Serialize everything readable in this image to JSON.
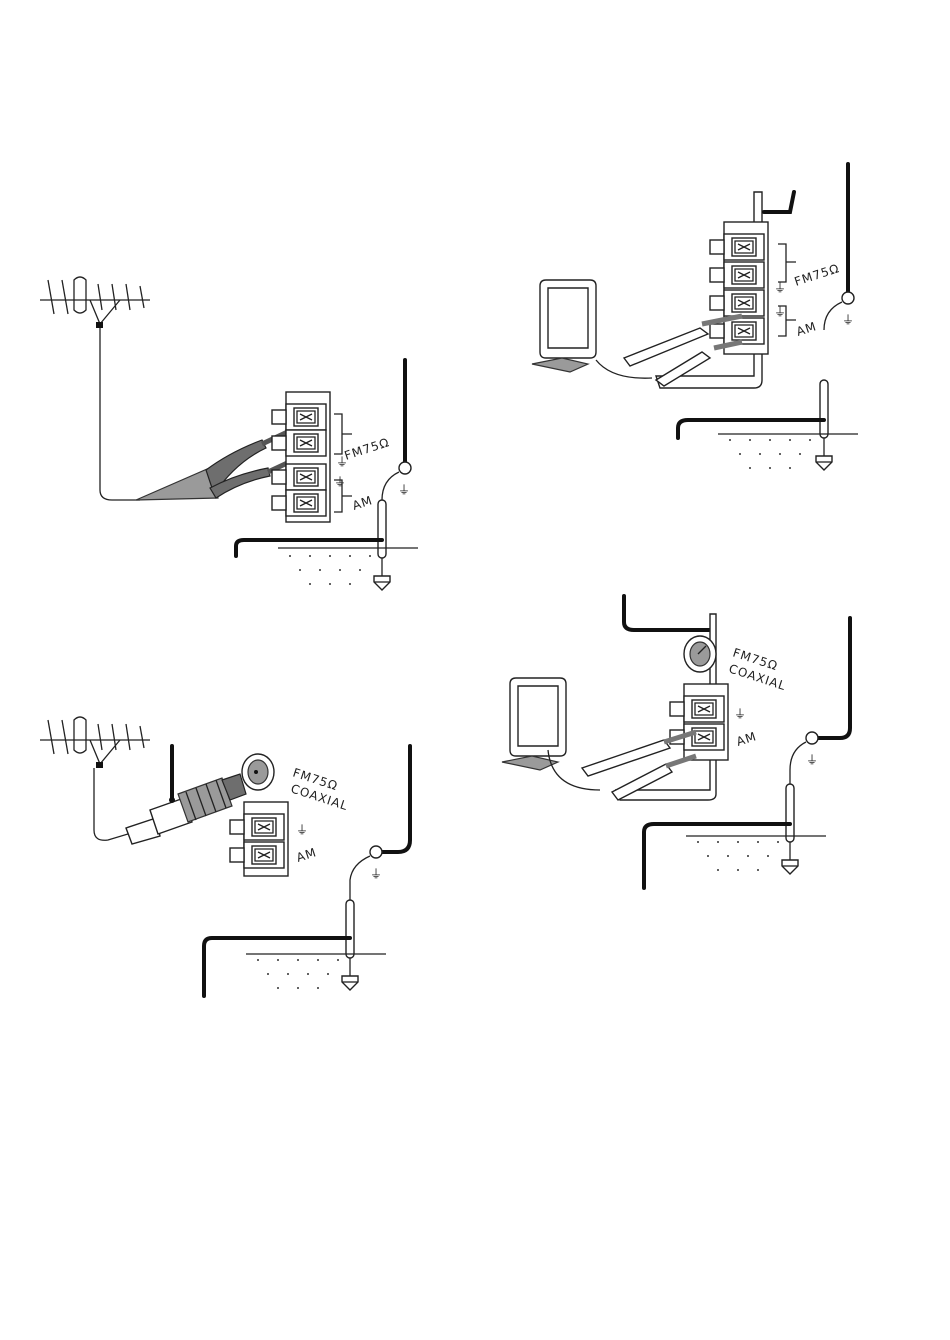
{
  "labels": {
    "fm75": "FM75Ω",
    "fm75_coaxial_line1": "FM75Ω",
    "fm75_coaxial_line2": "COAXIAL",
    "am": "AM",
    "ground_symbol": "⏚"
  }
}
